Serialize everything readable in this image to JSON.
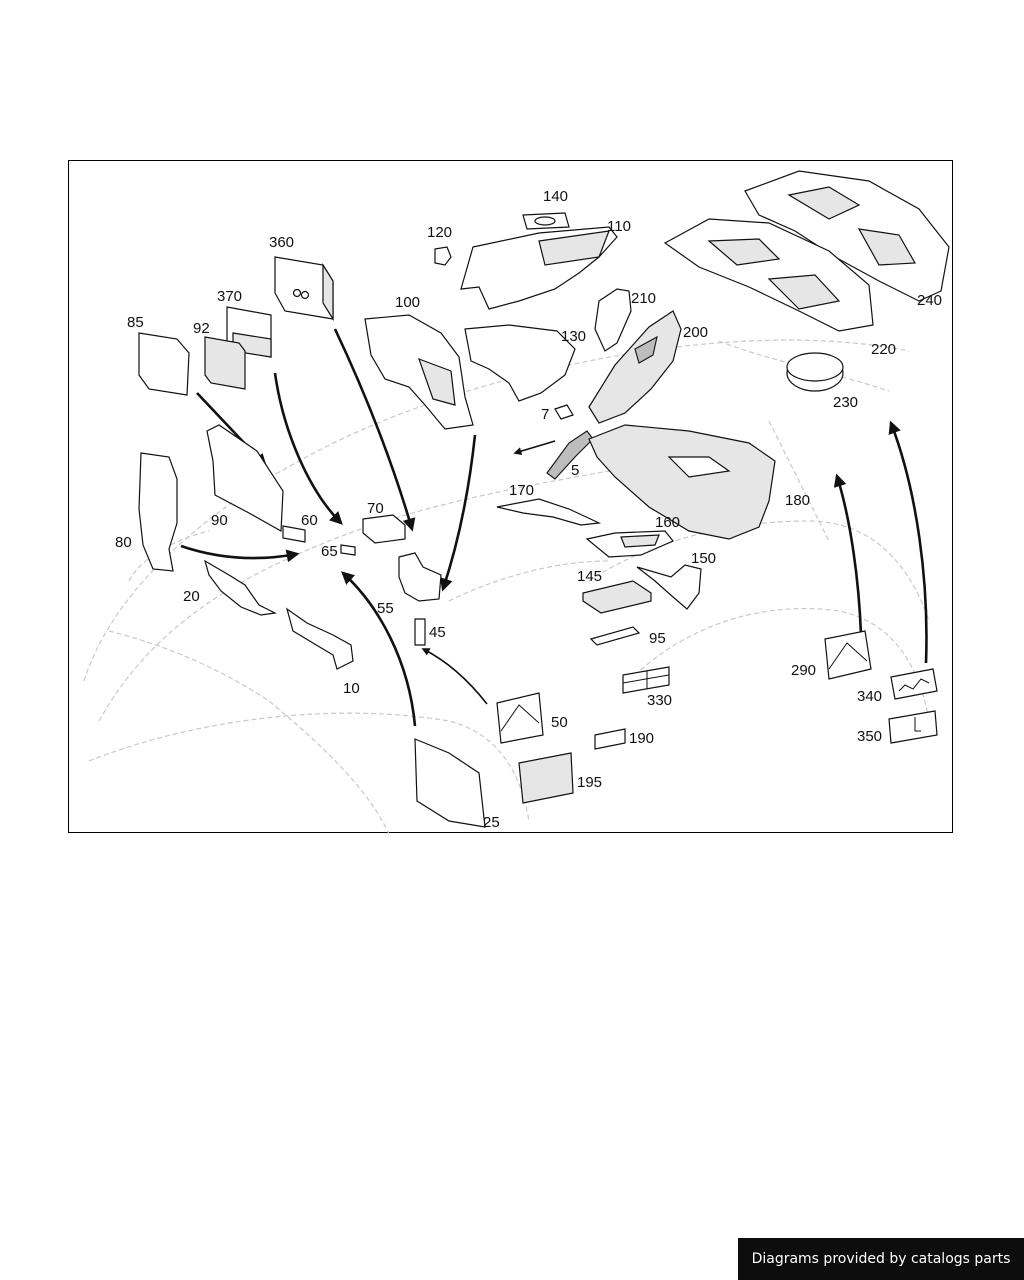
{
  "labels": {
    "l5": "5",
    "l7": "7",
    "l10": "10",
    "l20": "20",
    "l25": "25",
    "l45": "45",
    "l50": "50",
    "l55": "55",
    "l60": "60",
    "l65": "65",
    "l70": "70",
    "l80": "80",
    "l85": "85",
    "l90": "90",
    "l92": "92",
    "l95": "95",
    "l100": "100",
    "l110": "110",
    "l120": "120",
    "l130": "130",
    "l140": "140",
    "l145": "145",
    "l150": "150",
    "l160": "160",
    "l170": "170",
    "l180": "180",
    "l190": "190",
    "l195": "195",
    "l200": "200",
    "l210": "210",
    "l220": "220",
    "l230": "230",
    "l240": "240",
    "l290": "290",
    "l330": "330",
    "l340": "340",
    "l350": "350",
    "l360": "360",
    "l370": "370"
  },
  "footer": {
    "credit": "Diagrams provided by catalogs parts"
  }
}
